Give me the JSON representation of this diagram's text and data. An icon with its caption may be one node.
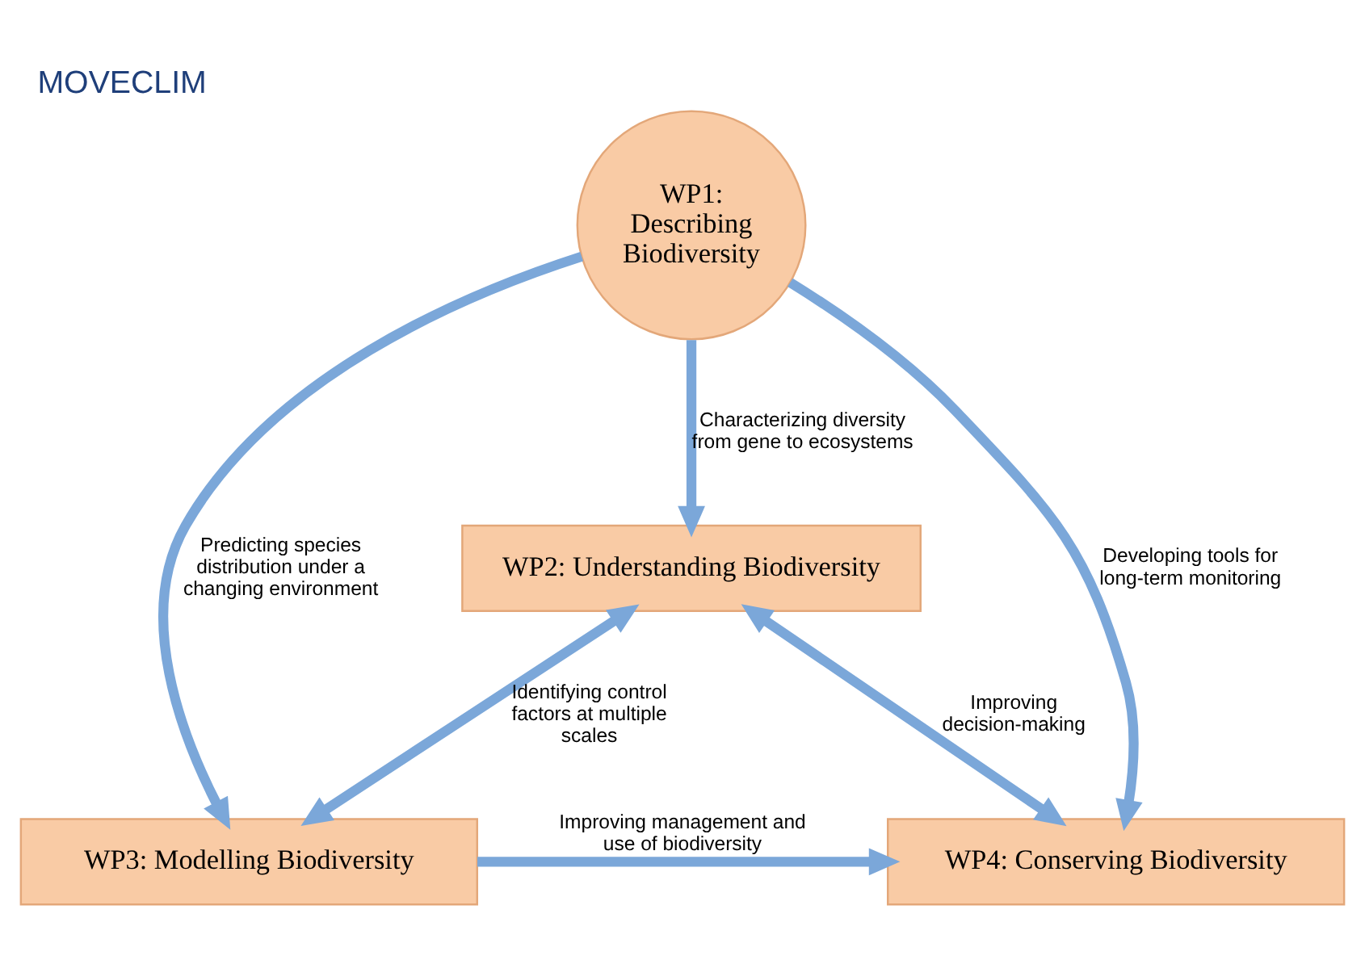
{
  "diagram": {
    "title": "MOVECLIM",
    "nodes": [
      {
        "text": [
          "WP2: Understanding Biodiversity"
        ]
      },
      {
        "text": [
          "WP1: Describing Biodiversity"
        ]
      },
      {
        "text": [
          "WP4: Conserving Biodiversity"
        ]
      },
      {
        "text": [
          "WP3: Modelling Biodiversity"
        ]
      }
    ],
    "edges": [
      {
        "from": 1,
        "to": 0,
        "arrow": "to",
        "label": "Characterizing diversity from gene to ecosystems"
      },
      {
        "from": 2,
        "to": 0,
        "arrow": "both",
        "label": "Improving decision-making"
      },
      {
        "from": 0,
        "to": 3,
        "arrow": "both",
        "label": "Identifying control factors at multiple scales"
      },
      {
        "from": 1,
        "to": 2,
        "arrow": "to",
        "label": "Developing tools for long-term monitoring"
      },
      {
        "from": 1,
        "to": 3,
        "arrow": "to",
        "label": "Predicting species distribution under a changing environment"
      },
      {
        "from": 3,
        "to": 2,
        "arrow": "to",
        "label": "Improving management and use of biodiversity"
      }
    ]
  }
}
